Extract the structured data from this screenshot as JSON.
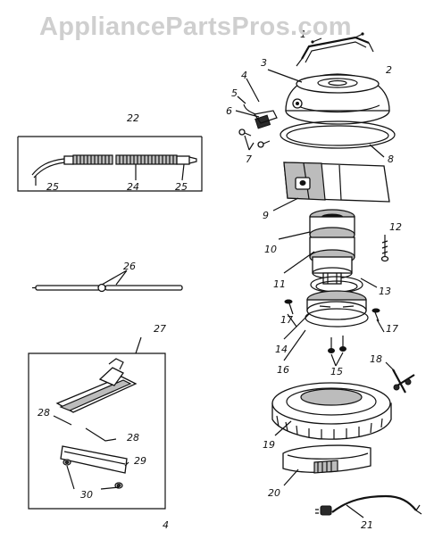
{
  "watermark": "AppliancePartsPros.com",
  "callouts": {
    "c1": "1",
    "c2": "2",
    "c3": "3",
    "c4": "4",
    "c5": "5",
    "c6": "6",
    "c7": "7",
    "c8": "8",
    "c9": "9",
    "c10": "10",
    "c11": "11",
    "c12": "12",
    "c13": "13",
    "c14": "14",
    "c15": "15",
    "c16": "16",
    "c17a": "17",
    "c17b": "17",
    "c18": "18",
    "c19": "19",
    "c20": "20",
    "c21": "21",
    "c22": "22",
    "c24": "24",
    "c25a": "25",
    "c25b": "25",
    "c26": "26",
    "c27": "27",
    "c28a": "28",
    "c28b": "28",
    "c29": "29",
    "c30": "30"
  },
  "footer_mark": "4"
}
